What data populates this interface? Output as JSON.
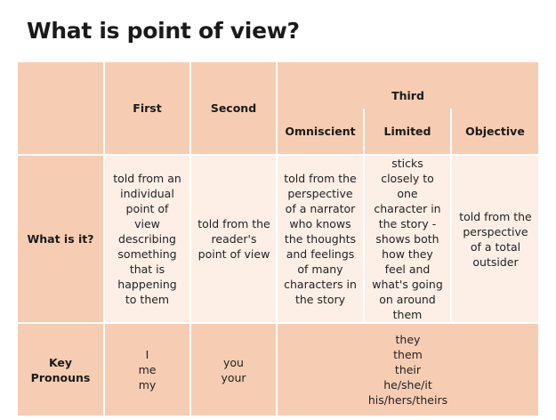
{
  "title": "What is point of view?",
  "table": {
    "headers": {
      "first": "First",
      "second": "Second",
      "third": "Third",
      "third_sub": [
        "Omniscient",
        "Limited",
        "Objective"
      ]
    },
    "rows": {
      "what_is_it": {
        "label": "What is it?",
        "first": "told from an individual point of view describing something that is happening to them",
        "second": "told from the reader's point of view",
        "omniscient": "told from the perspective of a narrator who knows the thoughts and feelings of many characters in the story",
        "limited": "sticks closely to one character in the story - shows both how they feel and what's going on around them",
        "objective": "told from the perspective of a total outsider"
      },
      "key_pronouns": {
        "label_line1": "Key",
        "label_line2": "Pronouns",
        "first": [
          "I",
          "me",
          "my"
        ],
        "second": [
          "you",
          "your"
        ],
        "third": [
          "they",
          "them",
          "their",
          "he/she/it",
          "his/hers/theirs"
        ]
      }
    }
  },
  "colors": {
    "header_bg": "#f6cdb3",
    "body_bg": "#fdefe6"
  }
}
